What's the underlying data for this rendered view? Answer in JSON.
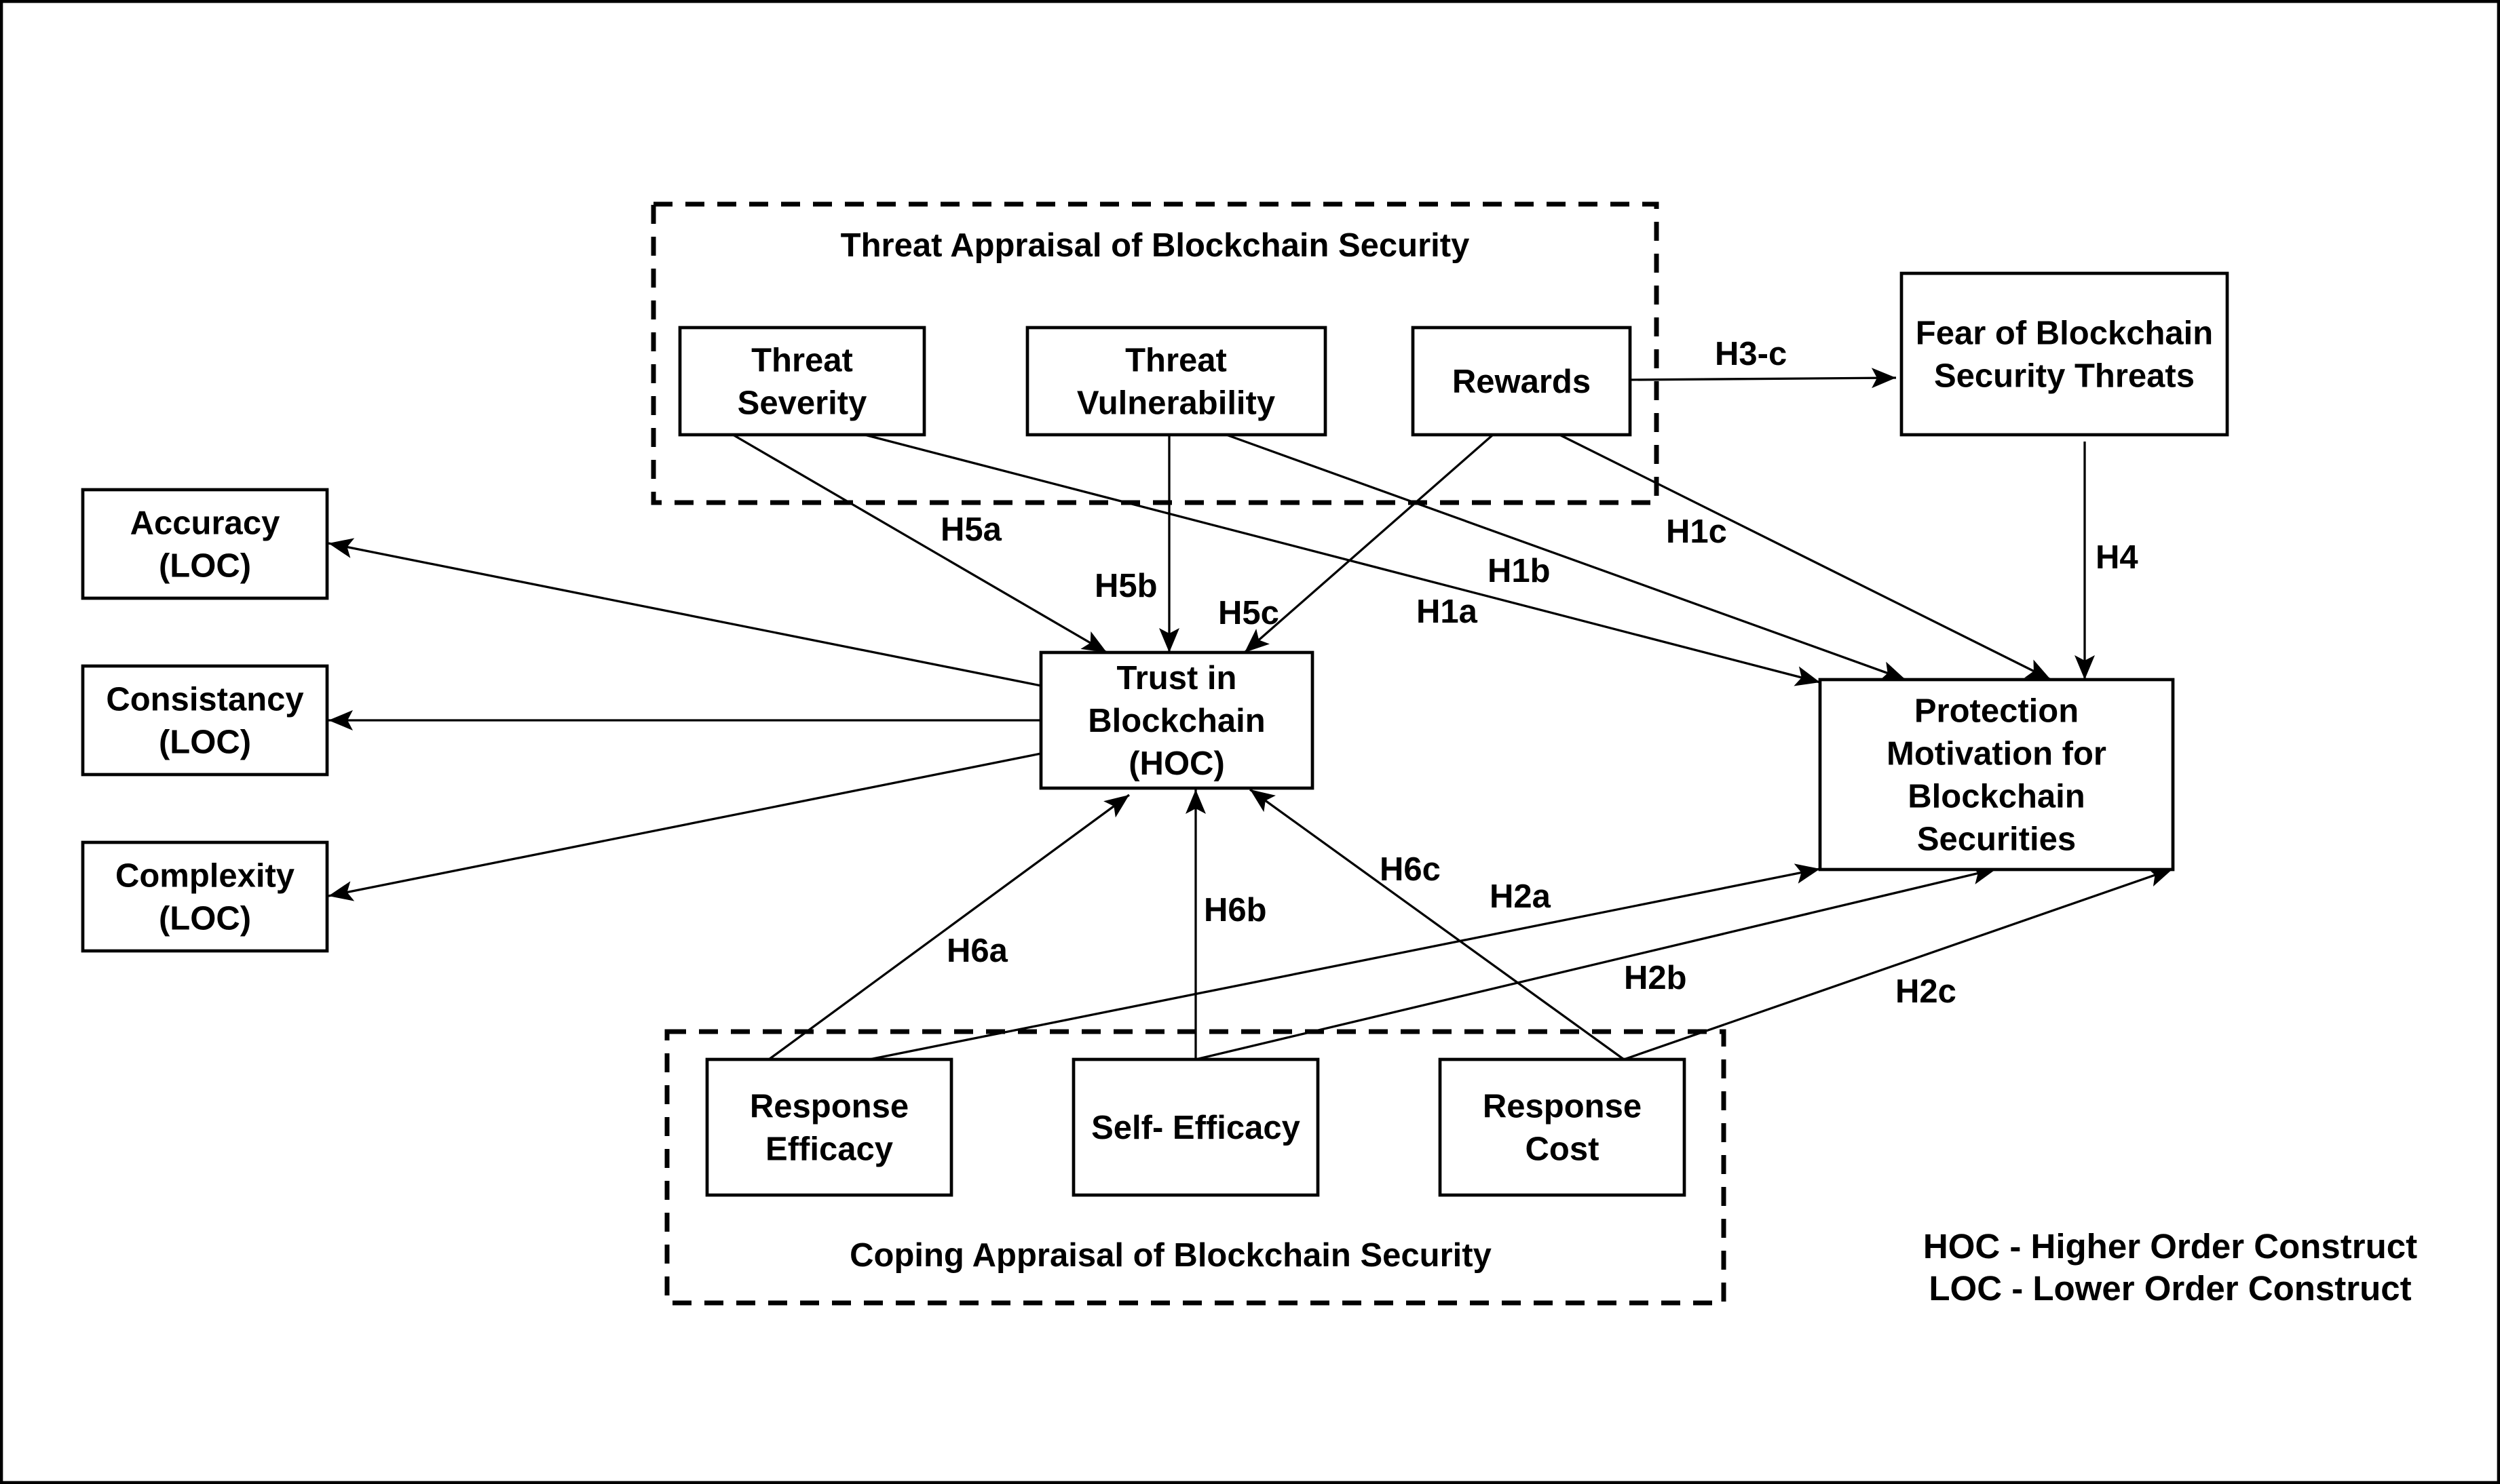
{
  "groups": {
    "threat": {
      "label": "Threat Appraisal of Blockchain Security"
    },
    "coping": {
      "label": "Coping Appraisal of Blockchain Security"
    }
  },
  "nodes": {
    "threat_severity": [
      "Threat",
      "Severity"
    ],
    "threat_vulnerability": [
      "Threat",
      "Vulnerability"
    ],
    "rewards": [
      "Rewards"
    ],
    "fear": [
      "Fear of Blockchain",
      "Security Threats"
    ],
    "accuracy": [
      "Accuracy",
      "(LOC)"
    ],
    "consistancy": [
      "Consistancy",
      "(LOC)"
    ],
    "complexity": [
      "Complexity",
      "(LOC)"
    ],
    "trust": [
      "Trust in",
      "Blockchain",
      "(HOC)"
    ],
    "protection": [
      "Protection",
      "Motivation for",
      "Blockchain",
      "Securities"
    ],
    "response_efficacy": [
      "Response",
      "Efficacy"
    ],
    "self_efficacy": [
      "Self- Efficacy"
    ],
    "response_cost": [
      "Response",
      "Cost"
    ]
  },
  "edges": [
    {
      "id": "h5a",
      "from": "threat_severity",
      "to": "trust",
      "label": "H5a"
    },
    {
      "id": "h5b",
      "from": "threat_vulnerability",
      "to": "trust",
      "label": "H5b"
    },
    {
      "id": "h5c",
      "from": "rewards",
      "to": "trust",
      "label": "H5c"
    },
    {
      "id": "h1a",
      "from": "threat_severity",
      "to": "protection",
      "label": "H1a"
    },
    {
      "id": "h1b",
      "from": "threat_vulnerability",
      "to": "protection",
      "label": "H1b"
    },
    {
      "id": "h1c",
      "from": "rewards",
      "to": "protection",
      "label": "H1c"
    },
    {
      "id": "h3c",
      "from": "rewards",
      "to": "fear",
      "label": "H3-c"
    },
    {
      "id": "h4",
      "from": "fear",
      "to": "protection",
      "label": "H4"
    },
    {
      "id": "to_accuracy",
      "from": "trust",
      "to": "accuracy",
      "label": ""
    },
    {
      "id": "to_consistancy",
      "from": "trust",
      "to": "consistancy",
      "label": ""
    },
    {
      "id": "to_complexity",
      "from": "trust",
      "to": "complexity",
      "label": ""
    },
    {
      "id": "h6a",
      "from": "response_efficacy",
      "to": "trust",
      "label": "H6a"
    },
    {
      "id": "h6b",
      "from": "self_efficacy",
      "to": "trust",
      "label": "H6b"
    },
    {
      "id": "h6c",
      "from": "response_cost",
      "to": "trust",
      "label": "H6c"
    },
    {
      "id": "h2a",
      "from": "response_efficacy",
      "to": "protection",
      "label": "H2a"
    },
    {
      "id": "h2b",
      "from": "self_efficacy",
      "to": "protection",
      "label": "H2b"
    },
    {
      "id": "h2c",
      "from": "response_cost",
      "to": "protection",
      "label": "H2c"
    }
  ],
  "legend": {
    "hoc": "HOC - Higher Order Construct",
    "loc": "LOC - Lower Order Construct"
  }
}
